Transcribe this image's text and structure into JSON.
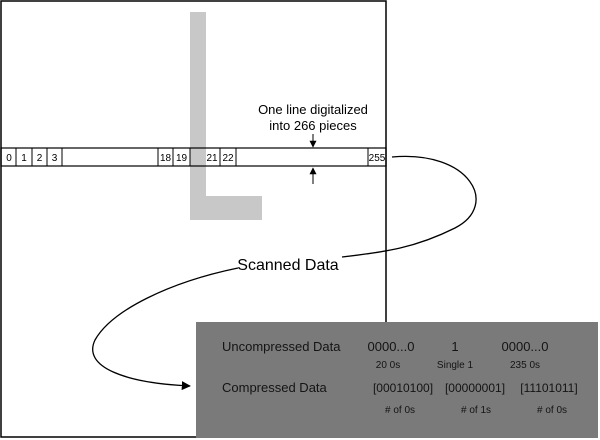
{
  "scan_annotation": {
    "line1": "One line digitalized",
    "line2": "into 266 pieces"
  },
  "pixel_cells": [
    "0",
    "1",
    "2",
    "3",
    "18",
    "19",
    "21",
    "22",
    "255"
  ],
  "scanned_label": "Scanned Data",
  "data_panel": {
    "uncompressed": {
      "label": "Uncompressed Data",
      "values": [
        "0000...0",
        "1",
        "0000...0"
      ],
      "captions": [
        "20 0s",
        "Single 1",
        "235 0s"
      ]
    },
    "compressed": {
      "label": "Compressed Data",
      "values": [
        "[00010100]",
        "[00000001]",
        "[11101011]"
      ],
      "captions": [
        "# of 0s",
        "# of 1s",
        "# of 0s"
      ]
    }
  },
  "colors": {
    "letter_shape": "#c8c8c8",
    "panel_background": "#7a7a7a",
    "panel_text": "#141414",
    "line": "#000000"
  }
}
